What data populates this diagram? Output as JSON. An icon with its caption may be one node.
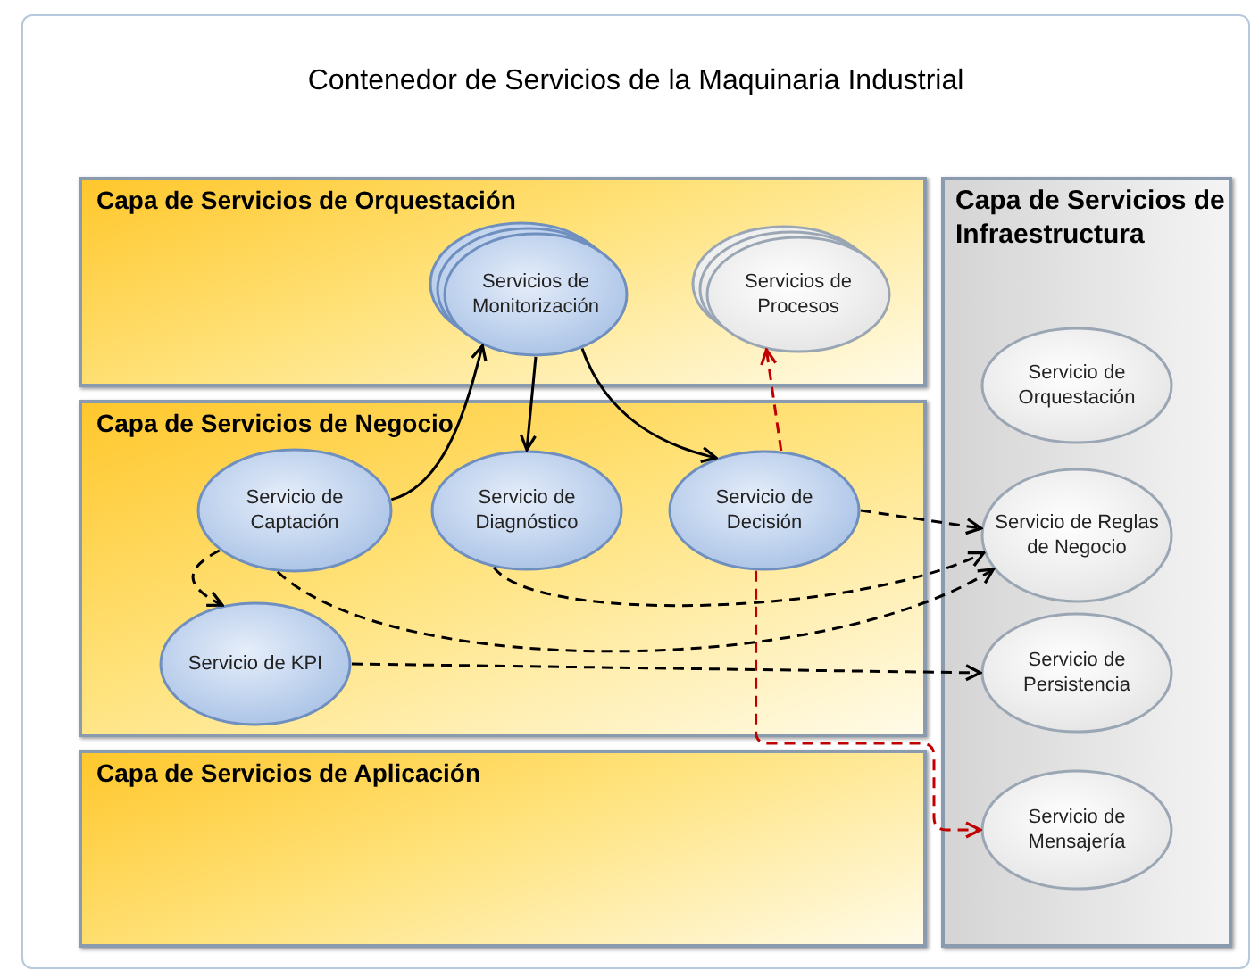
{
  "diagram": {
    "nodes": [
      {
        "text": [
          "Contenedor de Servicios de la Maquinaria Industrial"
        ]
      },
      {
        "text": [
          "Capa de Servicios de Orquestación"
        ],
        "in": 0
      },
      {
        "text": [
          "Servicios de Monitorización"
        ],
        "in": 1
      },
      {
        "text": [
          "Servicios de Procesos"
        ],
        "in": 1
      },
      {
        "text": [
          "Capa de Servicios de Negocio"
        ],
        "in": 0
      },
      {
        "text": [
          "Servicio de Captación"
        ],
        "in": 4
      },
      {
        "text": [
          "Servicio de Diagnóstico"
        ],
        "in": 4
      },
      {
        "text": [
          "Servicio de Decisión"
        ],
        "in": 4
      },
      {
        "text": [
          "Servicio de KPI"
        ],
        "in": 4
      },
      {
        "text": [
          "Capa de Servicios de Aplicación"
        ],
        "in": 0
      },
      {
        "text": [
          "Capa de Servicios de Infraestructura"
        ],
        "in": 0
      },
      {
        "text": [
          "Servicio de Orquestación"
        ],
        "in": 10
      },
      {
        "text": [
          "Servicio de Reglas de Negocio"
        ],
        "in": 10
      },
      {
        "text": [
          "Servicio de Persistencia"
        ],
        "in": 10
      },
      {
        "text": [
          "Servicio de Mensajería"
        ],
        "in": 10
      }
    ],
    "edges": [
      {
        "from": 5,
        "to": 2,
        "arrow": "to"
      },
      {
        "from": 2,
        "to": 6,
        "arrow": "to"
      },
      {
        "from": 2,
        "to": 7,
        "arrow": "to"
      },
      {
        "from": 7,
        "to": 3,
        "arrow": "to",
        "style": "dashed",
        "color": "#c00000"
      },
      {
        "from": 7,
        "to": 14,
        "arrow": "to",
        "style": "dashed",
        "color": "#c00000"
      },
      {
        "from": 5,
        "to": 8,
        "arrow": "to",
        "style": "dashed"
      },
      {
        "from": 7,
        "to": 12,
        "arrow": "to",
        "style": "dashed"
      },
      {
        "from": 6,
        "to": 12,
        "arrow": "to",
        "style": "dashed"
      },
      {
        "from": 5,
        "to": 12,
        "arrow": "to",
        "style": "dashed"
      },
      {
        "from": 8,
        "to": 13,
        "arrow": "to",
        "style": "dashed"
      }
    ]
  }
}
